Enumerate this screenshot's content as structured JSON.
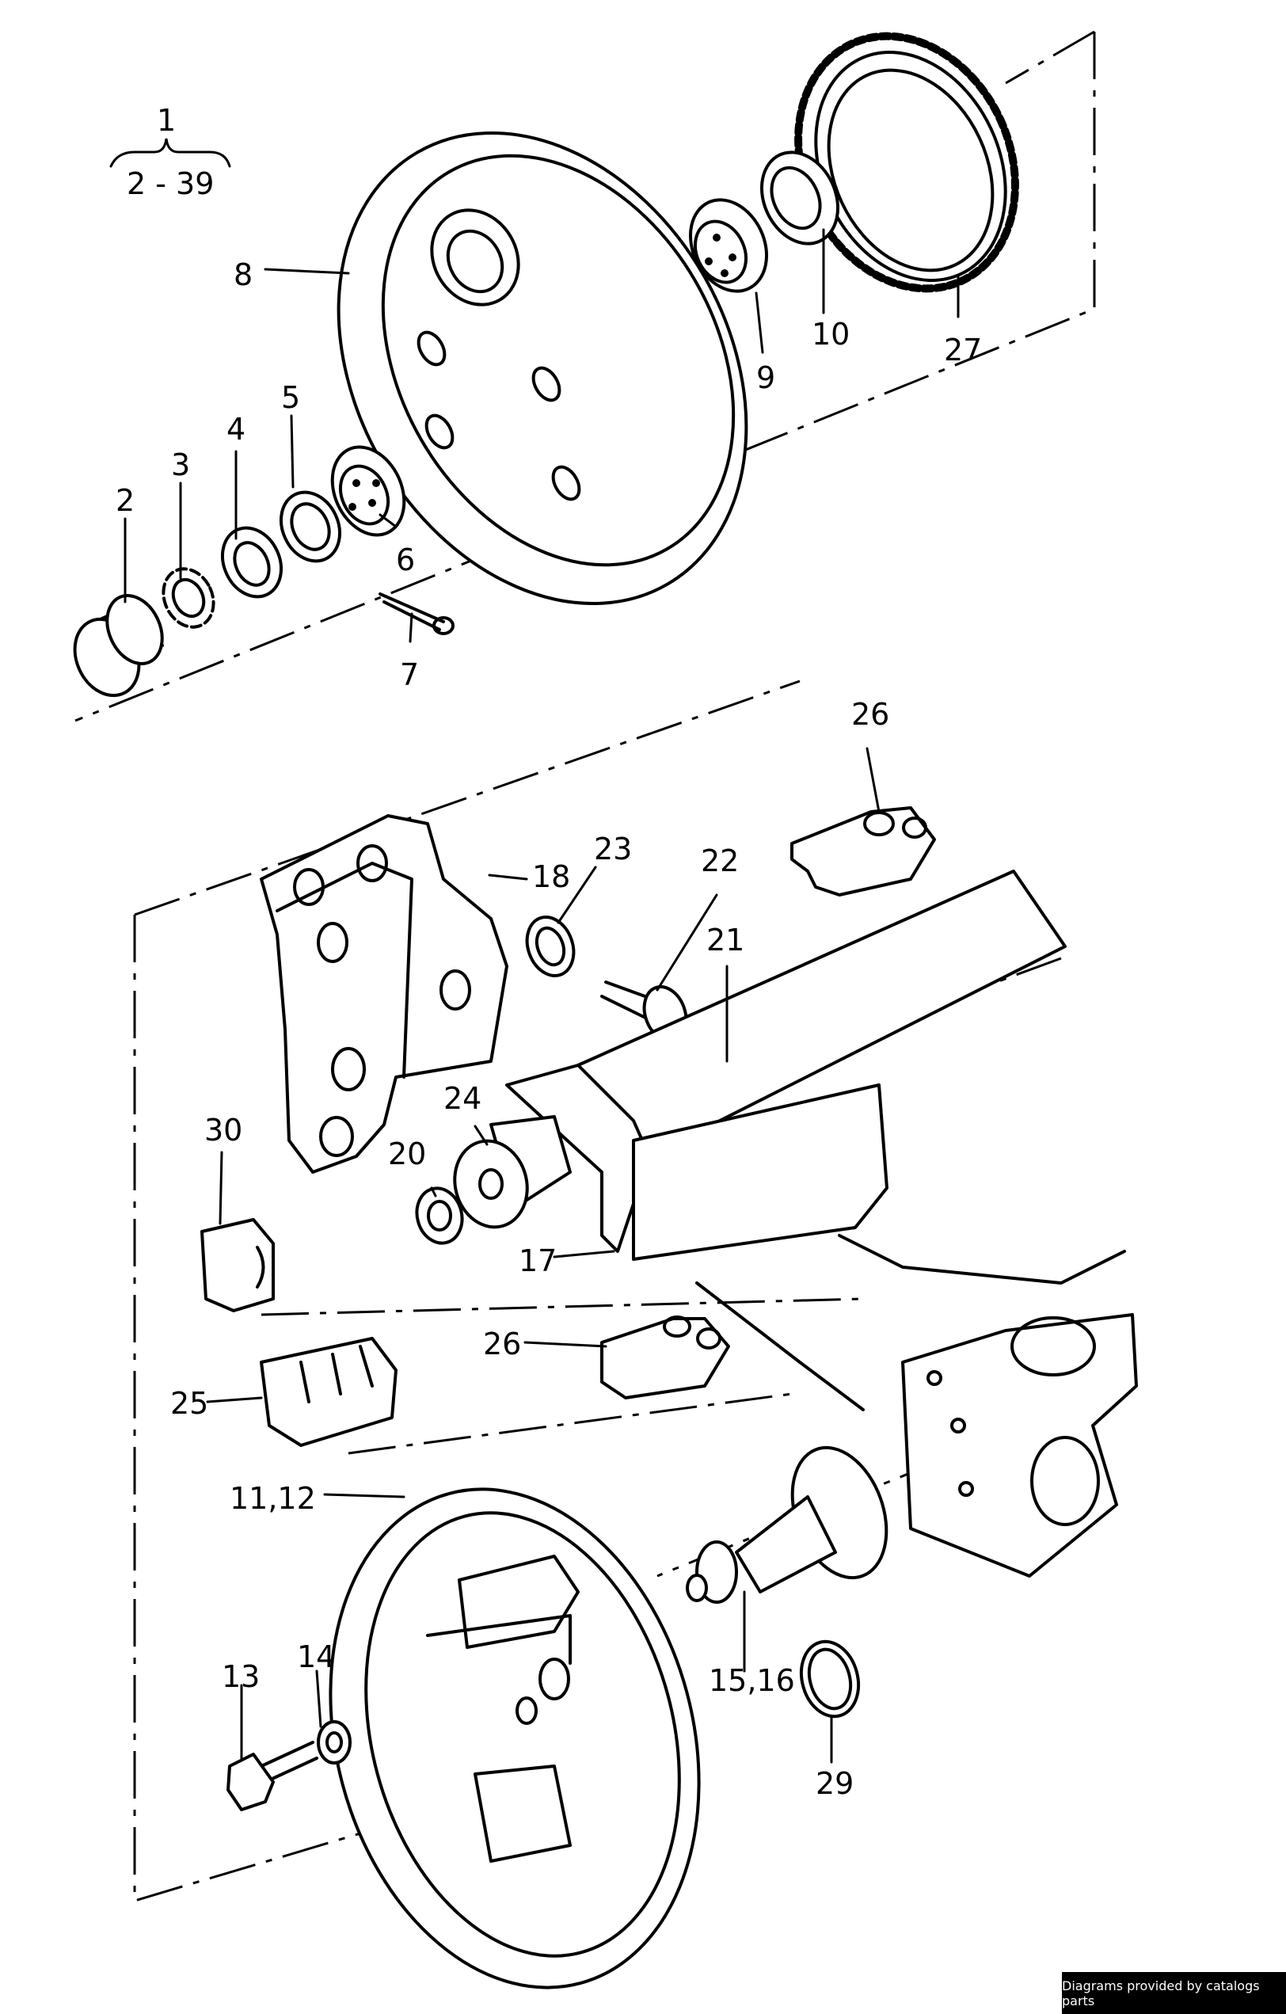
{
  "labels": {
    "l1": "1",
    "l1range": "2 - 39",
    "l2": "2",
    "l3": "3",
    "l4": "4",
    "l5": "5",
    "l6": "6",
    "l7": "7",
    "l8": "8",
    "l9": "9",
    "l10": "10",
    "l27": "27",
    "l26a": "26",
    "l23": "23",
    "l22": "22",
    "l18": "18",
    "l21": "21",
    "l24": "24",
    "l30": "30",
    "l20": "20",
    "l17": "17",
    "l26b": "26",
    "l25": "25",
    "l1112": "11,12",
    "l13": "13",
    "l14": "14",
    "l1516": "15,16",
    "l29": "29"
  },
  "footer": "Diagrams provided by catalogs parts"
}
